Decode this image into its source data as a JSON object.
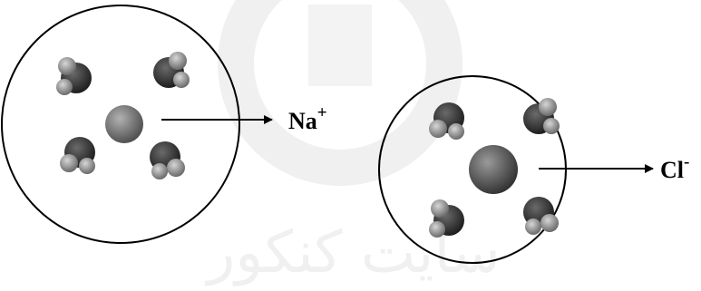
{
  "watermark": {
    "text": "سایت کنکور"
  },
  "ions": [
    {
      "symbol": "Na",
      "charge": "+"
    },
    {
      "symbol": "Cl",
      "charge": "-"
    }
  ],
  "colors": {
    "water_oxygen": "#2f2f2f",
    "water_hydrogen": "#8c8c8c",
    "sodium_ion": "#6e6e6e",
    "chloride_ion": "#555555",
    "outline": "#000000",
    "watermark": "#f0f0f0"
  }
}
